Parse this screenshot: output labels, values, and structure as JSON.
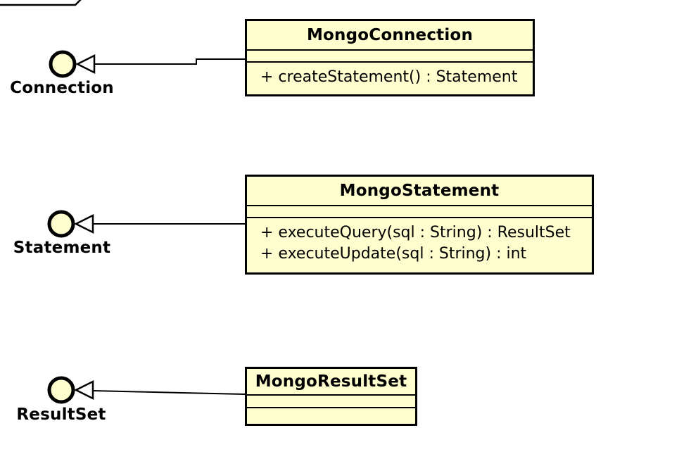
{
  "uml": {
    "interfaces": [
      {
        "name": "Connection"
      },
      {
        "name": "Statement"
      },
      {
        "name": "ResultSet"
      }
    ],
    "classes": [
      {
        "name": "MongoConnection",
        "attributes": [],
        "methods": [
          "+ createStatement() : Statement"
        ]
      },
      {
        "name": "MongoStatement",
        "attributes": [],
        "methods": [
          "+ executeQuery(sql : String) : ResultSet",
          "+ executeUpdate(sql : String) : int"
        ]
      },
      {
        "name": "MongoResultSet",
        "attributes": [],
        "methods": []
      }
    ],
    "relationships": [
      {
        "from": "MongoConnection",
        "to": "Connection",
        "type": "realization"
      },
      {
        "from": "MongoStatement",
        "to": "Statement",
        "type": "realization"
      },
      {
        "from": "MongoResultSet",
        "to": "ResultSet",
        "type": "realization"
      }
    ],
    "colors": {
      "class_fill": "#FEFECE",
      "border": "#000000",
      "canvas": "#FFFFFF"
    }
  }
}
